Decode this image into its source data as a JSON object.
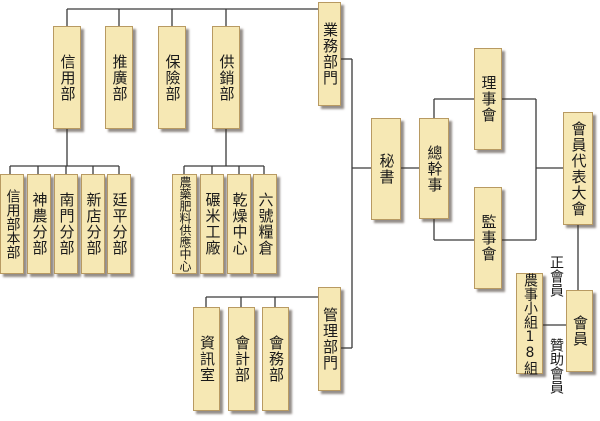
{
  "top_units": {
    "business_dept": "業務部門",
    "credit": "信用部",
    "extension": "推廣部",
    "insurance": "保險部",
    "supply_marketing": "供銷部"
  },
  "credit_branches": [
    "信用部本部",
    "神農分部",
    "南門分部",
    "新店分部",
    "廷平分部"
  ],
  "supply_units": [
    "農藥肥料供應中心",
    "碾米工廠",
    "乾燥中心",
    "六號糧倉"
  ],
  "admin": {
    "management_dept": "管理部門",
    "units": [
      "資訊室",
      "會計部",
      "會務部"
    ]
  },
  "core": {
    "secretary": "秘書",
    "general_manager": "總幹事",
    "board_of_directors": "理事會",
    "board_of_supervisors": "監事會",
    "representatives_assembly": "會員代表大會",
    "members": "會員",
    "regular_members": "正會員",
    "associate_members": "贊助會員",
    "farm_groups": "農事小組18組"
  }
}
